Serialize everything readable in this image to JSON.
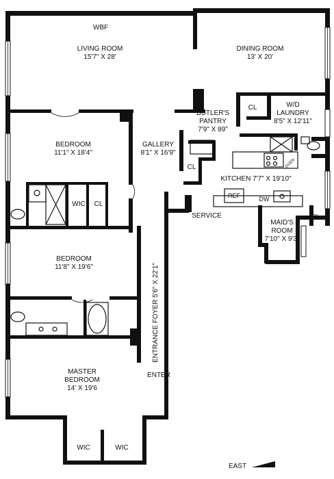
{
  "rooms": {
    "living_room": {
      "name": "LIVING ROOM",
      "dims": "15'7\" X 28'"
    },
    "dining_room": {
      "name": "DINING ROOM",
      "dims": "13' X 20'"
    },
    "bedroom_1": {
      "name": "BEDROOM",
      "dims": "11'1\" X 18'4\""
    },
    "gallery": {
      "name": "GALLERY",
      "dims": "8'1\" X 16'9\""
    },
    "butlers_pantry": {
      "line1": "BUTLER'S",
      "line2": "PANTRY",
      "dims": "7'9\" X 89\""
    },
    "laundry": {
      "line1": "W/D",
      "line2": "LAUNDRY",
      "dims": "8'5\" X 12'11\""
    },
    "kitchen": {
      "label": "KITCHEN 7'7\" X 19'10\""
    },
    "maids_room": {
      "line1": "MAID'S",
      "line2": "ROOM",
      "dims": "7'10\" X 9'3\""
    },
    "bedroom_2": {
      "name": "BEDROOM",
      "dims": "11'8\" X 19'6\""
    },
    "master_bedroom": {
      "line1": "MASTER",
      "line2": "BEDROOM",
      "dims": "14'  X 19'6"
    },
    "entrance_foyer": {
      "label": "ENTRANCE FOYER 5'6\" X 22'1\""
    }
  },
  "fixtures": {
    "wbf": "WBF",
    "cl_laundry": "CL",
    "cl_gallery": "CL",
    "cl_bedroom": "CL",
    "cl_maid": "CL",
    "wic_bedroom": "WIC",
    "wic_master_1": "WIC",
    "wic_master_2": "WIC",
    "ref": "REF",
    "dw": "DW",
    "oven": "OVEN"
  },
  "labels": {
    "service": "SERVICE",
    "enter": "ENTER",
    "east": "EAST"
  }
}
